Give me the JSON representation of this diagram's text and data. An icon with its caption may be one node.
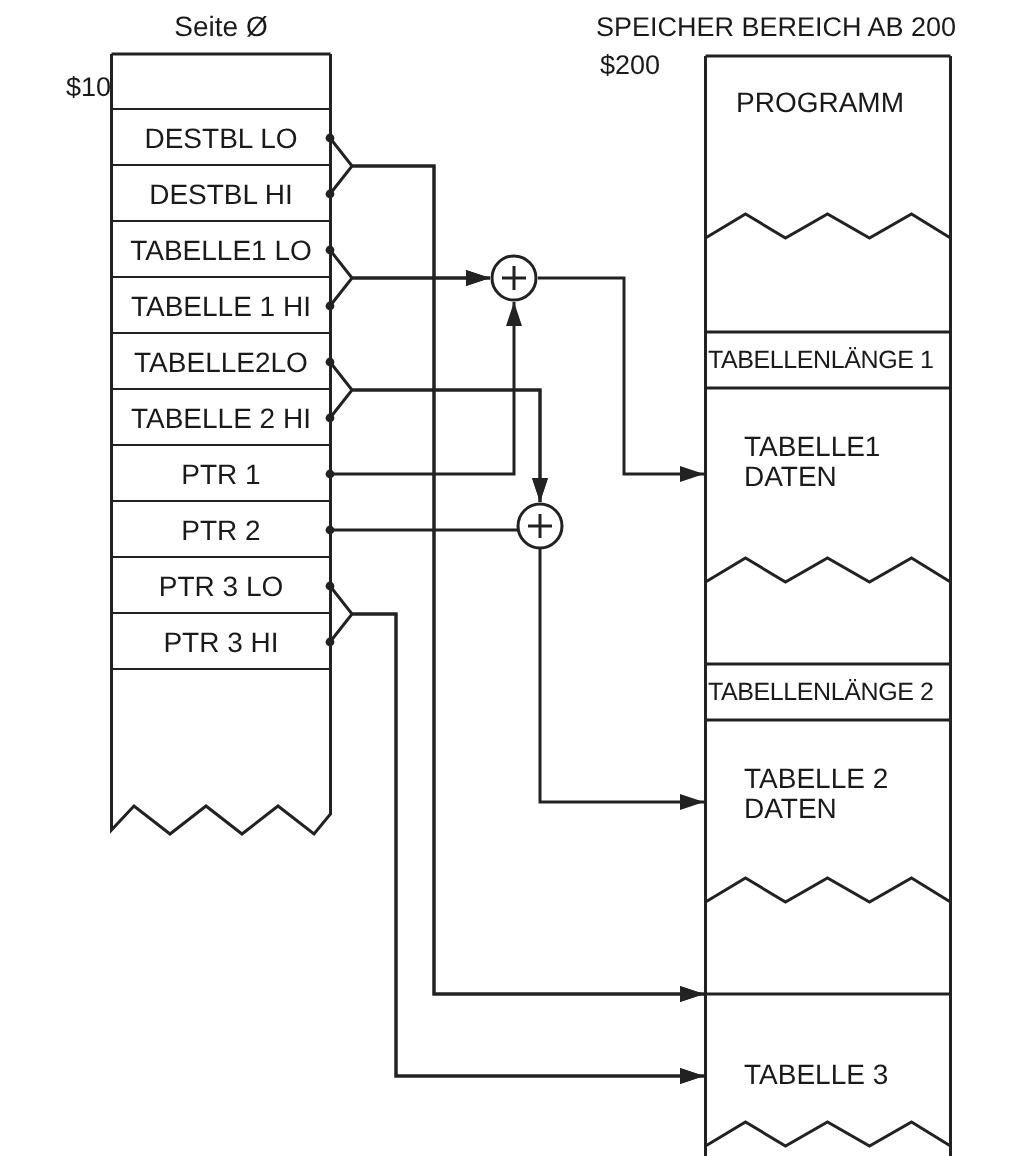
{
  "diagram": {
    "nodes": [
      {
        "text": [
          "Seite Ø"
        ],
        "beside": [
          "$10"
        ]
      },
      {
        "text": [],
        "shape": "box",
        "in": 0
      },
      {
        "text": [
          "DESTBL LO"
        ],
        "in": 0
      },
      {
        "text": [
          "DESTBL HI"
        ],
        "in": 0
      },
      {
        "text": [
          "TABELLE1 LO"
        ],
        "in": 0
      },
      {
        "text": [
          "TABELLE 1 HI"
        ],
        "in": 0
      },
      {
        "text": [
          "TABELLE2LO"
        ],
        "in": 0
      },
      {
        "text": [
          "TABELLE 2 HI"
        ],
        "in": 0
      },
      {
        "text": [
          "PTR 1"
        ],
        "in": 0
      },
      {
        "text": [
          "PTR 2"
        ],
        "in": 0
      },
      {
        "text": [
          "PTR 3 LO"
        ],
        "in": 0
      },
      {
        "text": [
          "PTR 3 HI"
        ],
        "in": 0
      },
      {
        "text": [
          "SPEICHER BEREICH AB 200"
        ],
        "beside": [
          "$200"
        ]
      },
      {
        "text": [
          "PROGRAMM"
        ],
        "in": 12
      },
      {
        "text": [
          "TABELLENLÄNGE 1"
        ],
        "in": 12
      },
      {
        "text": [
          "TABELLE1 DATEN"
        ],
        "in": 12
      },
      {
        "text": [
          "TABELLENLÄNGE 2"
        ],
        "in": 12
      },
      {
        "text": [
          "TABELLE 2 DATEN"
        ],
        "in": 12
      },
      {
        "text": [
          "TABELLE 3"
        ],
        "in": 12
      },
      {
        "text": [],
        "shape": "circle"
      },
      {
        "text": [],
        "shape": "circle"
      }
    ],
    "edges": [
      {
        "from": 2,
        "to": 18,
        "arrow": "to"
      },
      {
        "from": 3,
        "to": 18,
        "arrow": "to"
      },
      {
        "from": 4,
        "to": 19,
        "arrow": "to"
      },
      {
        "from": 5,
        "to": 19,
        "arrow": "to"
      },
      {
        "from": 8,
        "to": 19,
        "arrow": "to"
      },
      {
        "from": 19,
        "to": 15,
        "arrow": "to"
      },
      {
        "from": 6,
        "to": 20,
        "arrow": "to"
      },
      {
        "from": 7,
        "to": 20,
        "arrow": "to"
      },
      {
        "from": 9,
        "to": 20,
        "arrow": "to"
      },
      {
        "from": 20,
        "to": 17,
        "arrow": "to"
      },
      {
        "from": 10,
        "to": 18,
        "arrow": "to"
      },
      {
        "from": 11,
        "to": 18,
        "arrow": "to"
      }
    ]
  }
}
